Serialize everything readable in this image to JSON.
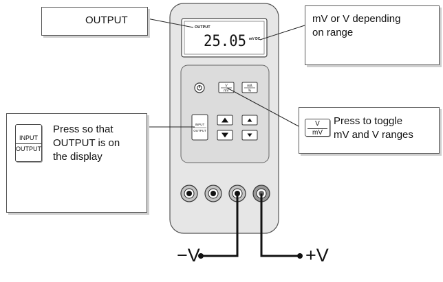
{
  "callouts": {
    "output_label": "OUTPUT",
    "range_note": [
      "mV or V depending",
      "on range"
    ],
    "input_output_note": [
      "Press so that",
      "OUTPUT is on",
      "the display"
    ],
    "toggle_note": [
      "Press to toggle",
      "mV and V ranges"
    ]
  },
  "keys": {
    "input_output": {
      "top": "INPUT",
      "bottom": "OUTPUT"
    },
    "v_mv": {
      "top": "V",
      "bottom": "mV"
    },
    "ma_pct": {
      "top": "mA",
      "bottom": "%"
    }
  },
  "display": {
    "mode_label": "OUTPUT",
    "reading": "25.05",
    "unit": "mV DC"
  },
  "terminals": {
    "minus_label": "−V",
    "plus_label": "+V"
  }
}
